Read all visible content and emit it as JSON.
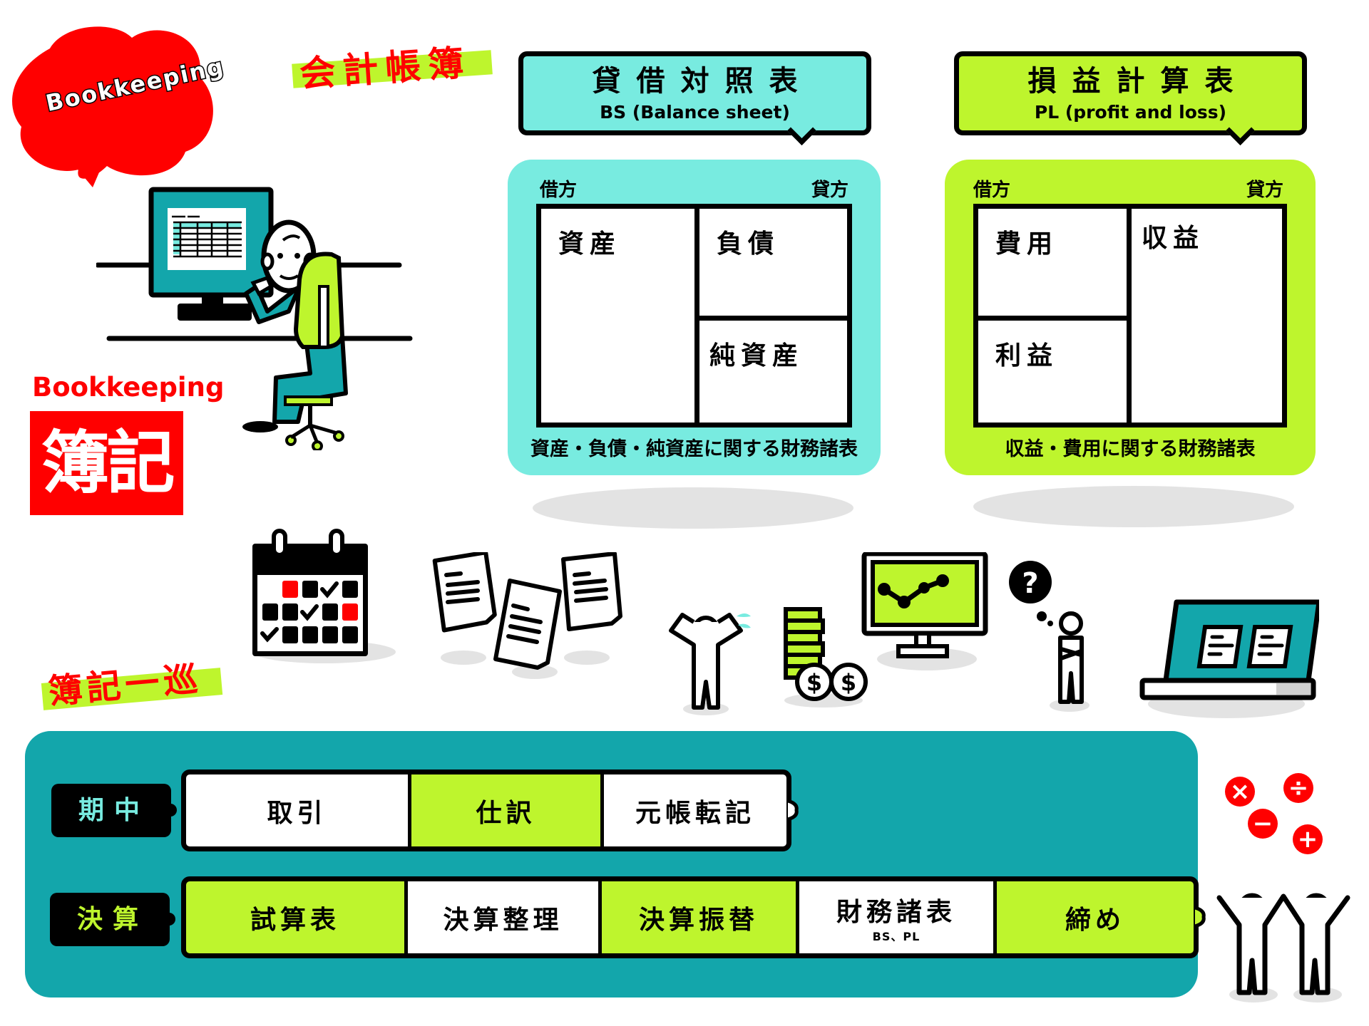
{
  "header": {
    "cloud_label": "Bookkeeping",
    "banner_title": "会計帳簿"
  },
  "side_labels": {
    "bookkeeping_en": "Bookkeeping",
    "bookkeeping_ja": "簿記",
    "cycle_title": "簿記一巡"
  },
  "balance_sheet": {
    "title": "貸借対照表",
    "subtitle": "BS (Balance sheet)",
    "debit_label": "借方",
    "credit_label": "貸方",
    "cells": {
      "assets": "資産",
      "liabilities": "負債",
      "net_assets": "純資産"
    },
    "caption": "資産・負債・純資産に関する財務諸表"
  },
  "profit_loss": {
    "title": "損益計算表",
    "subtitle": "PL (profit and loss)",
    "debit_label": "借方",
    "credit_label": "貸方",
    "cells": {
      "expenses": "費用",
      "profit": "利益",
      "revenue": "収益"
    },
    "caption": "収益・費用に関する財務諸表"
  },
  "icons": [
    "monitor-person-icon",
    "calendar-icon",
    "documents-icon",
    "stressed-person-icon",
    "coins-icon",
    "chart-monitor-icon",
    "thinking-person-icon",
    "laptop-icon",
    "math-operators-icon",
    "celebrating-people-icon"
  ],
  "flow": {
    "during_period": {
      "label": "期中",
      "label_color": "#78ebe0",
      "steps": [
        {
          "label": "取引",
          "style": "white"
        },
        {
          "label": "仕訳",
          "style": "lime"
        },
        {
          "label": "元帳転記",
          "style": "white"
        }
      ]
    },
    "closing": {
      "label": "決算",
      "label_color": "#bef52d",
      "steps": [
        {
          "label": "試算表",
          "style": "lime"
        },
        {
          "label": "決算整理",
          "style": "white"
        },
        {
          "label": "決算振替",
          "style": "lime"
        },
        {
          "label": "財務諸表",
          "sub": "BS、PL",
          "style": "white"
        },
        {
          "label": "締め",
          "style": "lime"
        }
      ]
    }
  },
  "colors": {
    "red": "#ff0000",
    "teal": "#13a6ab",
    "cyan": "#78ebe0",
    "lime": "#bef52d",
    "black": "#000000",
    "shadow": "#e3e3e3"
  }
}
